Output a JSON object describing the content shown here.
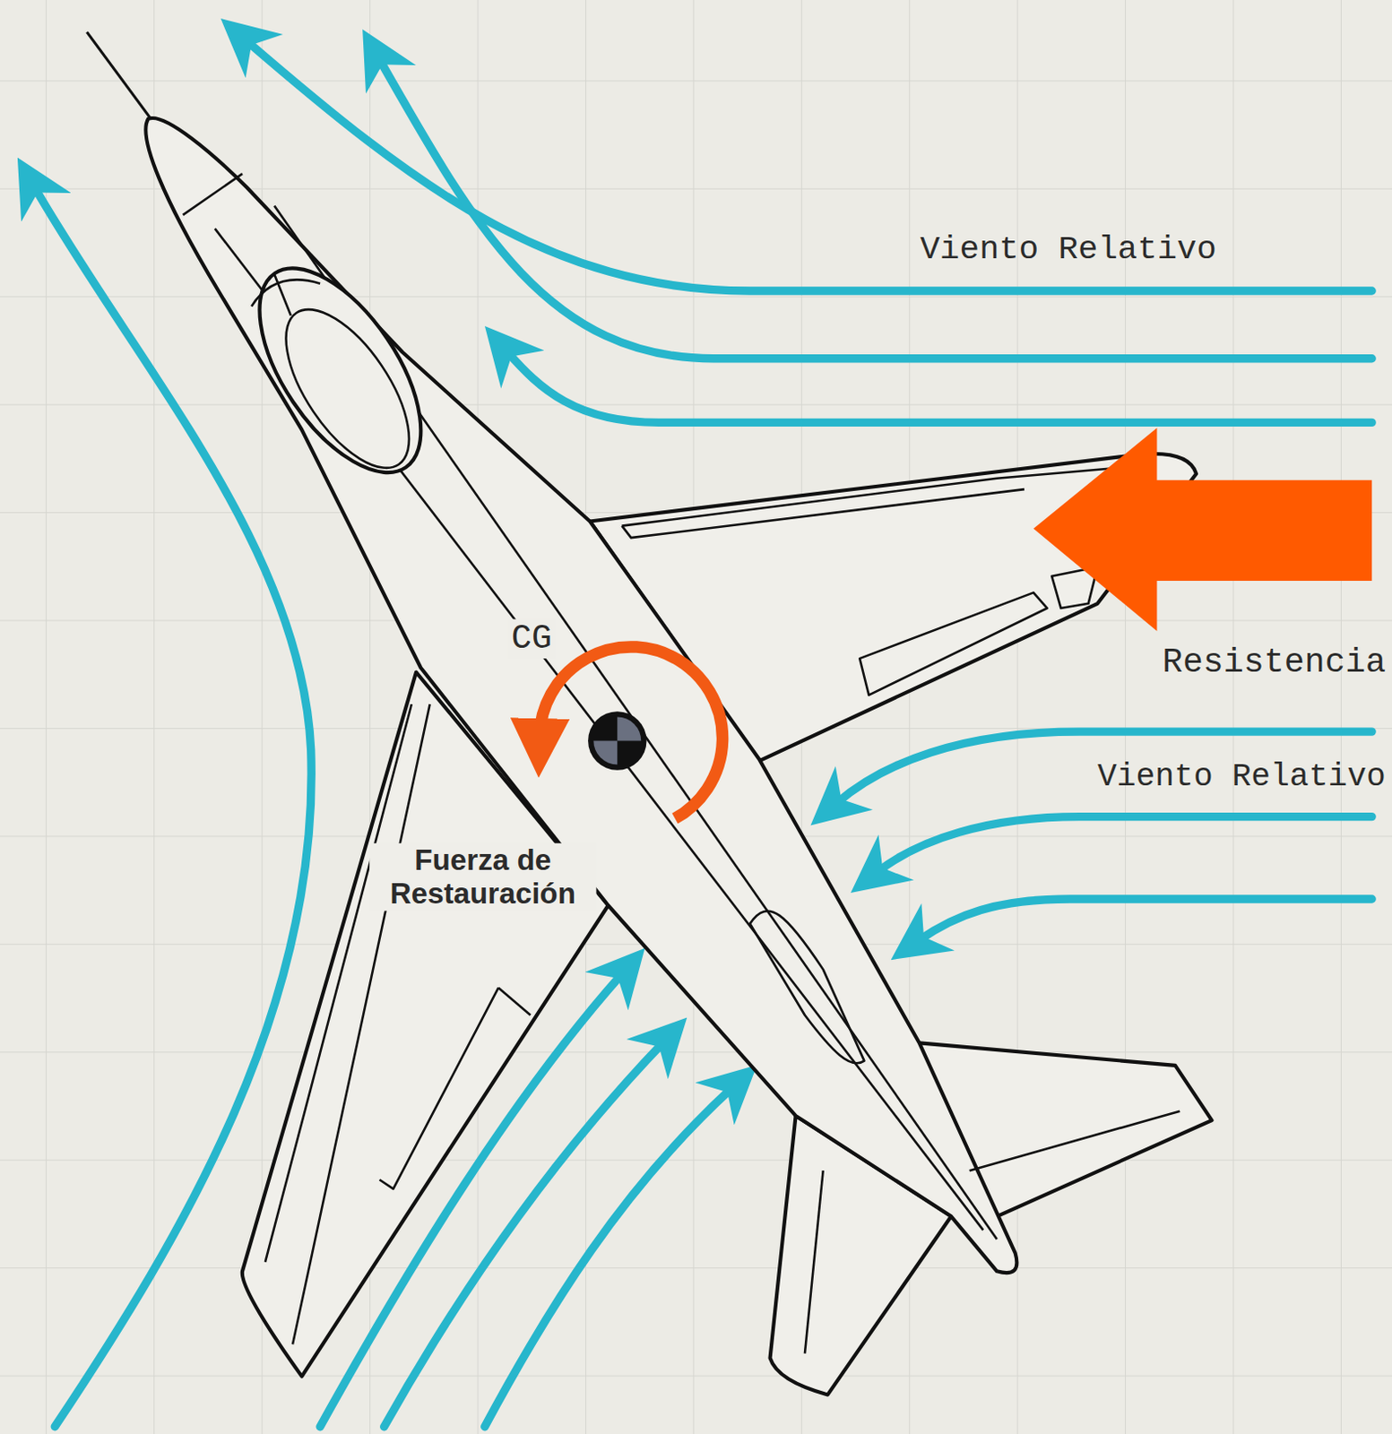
{
  "diagram": {
    "labels": [
      "Viento Relativo",
      "CG",
      "Resistencia",
      "Viento Relativo",
      "Fuerza de Restauración"
    ]
  }
}
